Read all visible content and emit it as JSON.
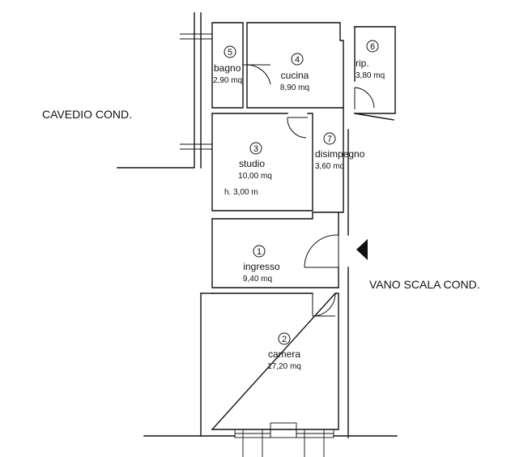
{
  "labels": {
    "cavedio": "CAVEDIO COND.",
    "vano_scala": "VANO SCALA COND."
  },
  "rooms": [
    {
      "num": "1",
      "name": "ingresso",
      "area": "9,40 mq"
    },
    {
      "num": "2",
      "name": "camera",
      "area": "17,20 mq"
    },
    {
      "num": "3",
      "name": "studio",
      "area": "10,00 mq",
      "height": "h. 3,00 m"
    },
    {
      "num": "4",
      "name": "cucina",
      "area": "8,90 mq"
    },
    {
      "num": "5",
      "name": "bagno",
      "area": "2,90 mq"
    },
    {
      "num": "6",
      "name": "rip.",
      "area": "3,80 mq"
    },
    {
      "num": "7",
      "name": "disimpegno",
      "area": "3,60 mq"
    }
  ]
}
